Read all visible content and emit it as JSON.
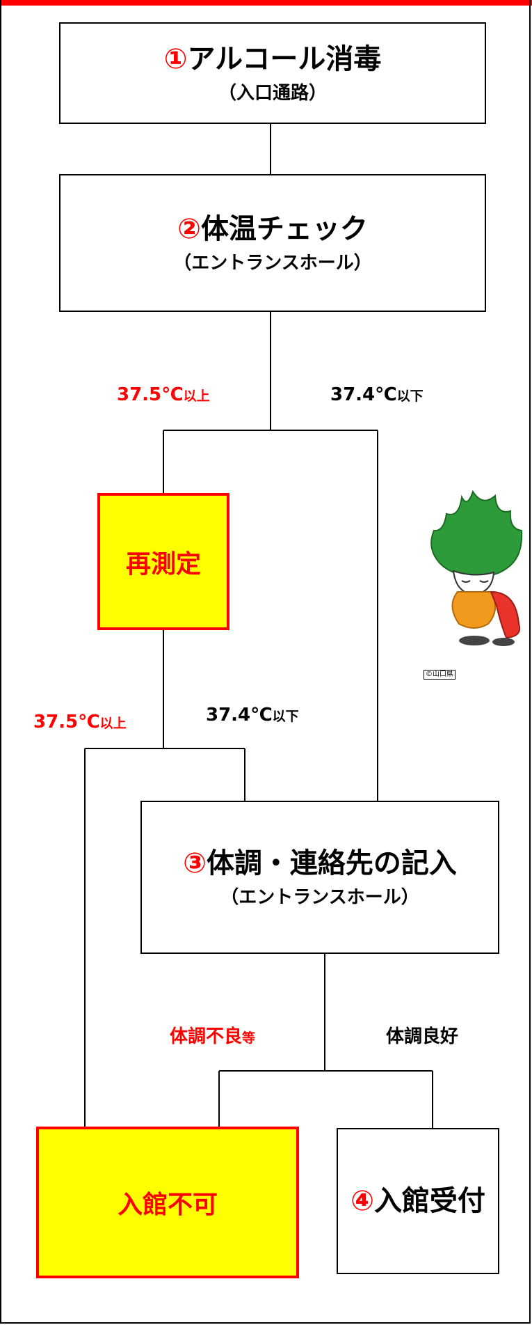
{
  "steps": {
    "alcohol": {
      "number": "①",
      "title": "アルコール消毒",
      "location": "（入口通路）"
    },
    "temperature": {
      "number": "②",
      "title": "体温チェック",
      "location": "（エントランスホール）"
    },
    "remeasure": {
      "label": "再測定"
    },
    "record": {
      "number": "③",
      "title": "体調・連絡先の記入",
      "location": "（エントランスホール）"
    },
    "denied": {
      "label": "入館不可"
    },
    "reception": {
      "number": "④",
      "title": "入館受付"
    }
  },
  "branches": {
    "temp1_high": {
      "value": "37.5℃",
      "suffix": "以上"
    },
    "temp1_ok": {
      "value": "37.4℃",
      "suffix": "以下"
    },
    "temp2_high": {
      "value": "37.5℃",
      "suffix": "以上"
    },
    "temp2_ok": {
      "value": "37.4℃",
      "suffix": "以下"
    },
    "condition_bad": {
      "value": "体調不良",
      "suffix": "等"
    },
    "condition_good": {
      "value": "体調良好",
      "suffix": ""
    }
  },
  "credit": "©山口県",
  "colors": {
    "accent": "#ff0000",
    "highlight": "#ffff00",
    "line": "#000000"
  }
}
